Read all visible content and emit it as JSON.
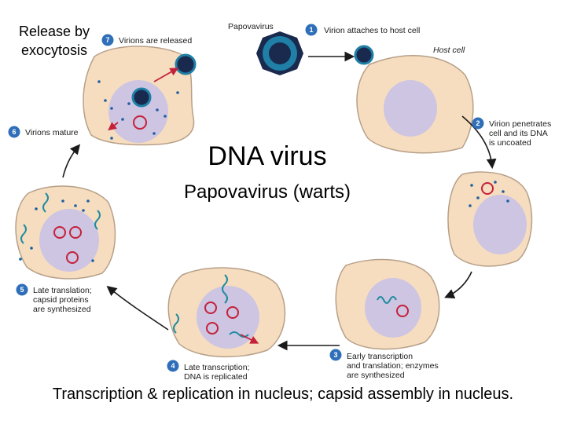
{
  "release_label": "Release by exocytosis",
  "title": "DNA virus",
  "subtitle": "Papovavirus (warts)",
  "caption": "Transcription & replication in nucleus; capsid assembly in nucleus.",
  "labels": {
    "papovavirus": "Papovavirus",
    "host_cell": "Host cell"
  },
  "steps": [
    {
      "num": "1",
      "lines": [
        "Virion attaches to host cell"
      ]
    },
    {
      "num": "2",
      "lines": [
        "Virion penetrates",
        "cell and its DNA",
        "is uncoated"
      ]
    },
    {
      "num": "3",
      "lines": [
        "Early transcription",
        "and translation; enzymes",
        "are synthesized"
      ]
    },
    {
      "num": "4",
      "lines": [
        "Late transcription;",
        "DNA is replicated"
      ]
    },
    {
      "num": "5",
      "lines": [
        "Late translation;",
        "capsid proteins",
        "are synthesized"
      ]
    },
    {
      "num": "6",
      "lines": [
        "Virions mature"
      ]
    },
    {
      "num": "7",
      "lines": [
        "Virions are released"
      ]
    }
  ],
  "colors": {
    "cell": "#f6ddbf",
    "cell_outline": "#b7a089",
    "nucleus": "#cdc5e2",
    "badge": "#2f6fb9",
    "dna_red": "#c5203a",
    "dna_teal": "#1f8ca0",
    "dot_blue": "#1f5fa0",
    "virus_ring": "#1f7fa6",
    "virus_dark": "#1a2a4f",
    "arrow": "#1a1a1a"
  }
}
